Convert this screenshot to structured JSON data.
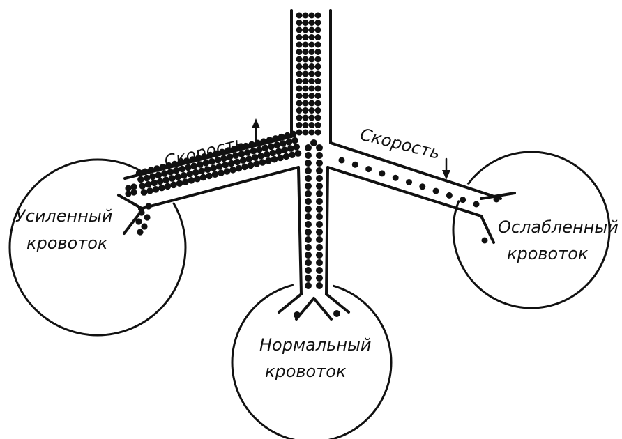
{
  "colors": {
    "ink": "#111111",
    "background": "#ffffff"
  },
  "labels": {
    "speed_left": "Скорость",
    "speed_right": "Скорость",
    "left_line1": "Усиленный",
    "left_line2": "кровоток",
    "center_line1": "Нормальный",
    "center_line2": "кровоток",
    "right_line1": "Ослабленный",
    "right_line2": "кровоток"
  },
  "icons": {
    "speed_left_arrow": "arrow-up-icon",
    "speed_right_arrow": "arrow-down-icon"
  }
}
